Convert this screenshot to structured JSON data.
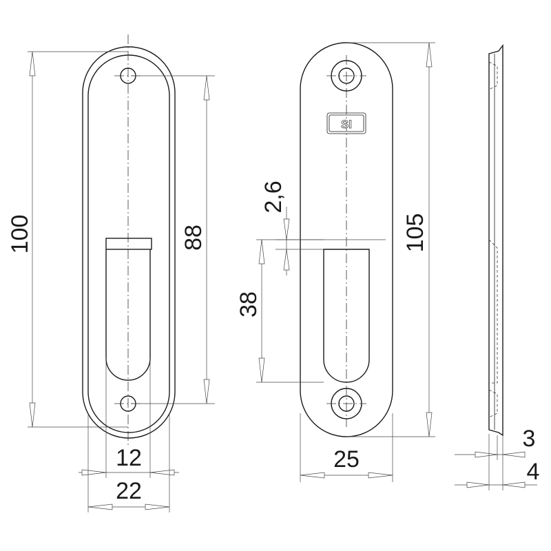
{
  "views": {
    "front_view": {
      "dimensions": {
        "total_height": "100",
        "hole_spacing": "88",
        "slot_width": "12",
        "plate_width": "22"
      }
    },
    "back_view": {
      "logo": "SI",
      "dimensions": {
        "slot_offset": "2,6",
        "slot_depth": "38",
        "total_height": "105",
        "plate_width": "25"
      }
    },
    "side_view": {
      "dimensions": {
        "thickness_inner": "3",
        "thickness_outer": "4"
      }
    }
  }
}
